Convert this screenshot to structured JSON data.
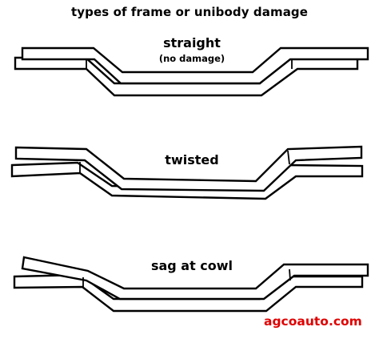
{
  "title": "types of frame or unibody damage",
  "diagrams": [
    {
      "label": "straight",
      "sublabel": "(no damage)"
    },
    {
      "label": "twisted"
    },
    {
      "label": "sag at cowl"
    }
  ],
  "credit": "agcoauto.com",
  "colors": {
    "credit": "#e00000",
    "outline": "#000000",
    "background": "#ffffff"
  }
}
